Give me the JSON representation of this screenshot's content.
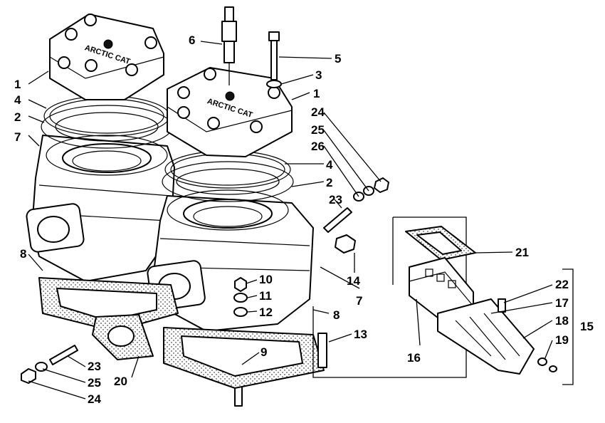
{
  "callouts": [
    {
      "id": "c1a",
      "text": "1"
    },
    {
      "id": "c4a",
      "text": "4"
    },
    {
      "id": "c2a",
      "text": "2"
    },
    {
      "id": "c7a",
      "text": "7"
    },
    {
      "id": "c8a",
      "text": "8"
    },
    {
      "id": "c6",
      "text": "6"
    },
    {
      "id": "c5",
      "text": "5"
    },
    {
      "id": "c3",
      "text": "3"
    },
    {
      "id": "c1b",
      "text": "1"
    },
    {
      "id": "c24a",
      "text": "24"
    },
    {
      "id": "c25a",
      "text": "25"
    },
    {
      "id": "c26",
      "text": "26"
    },
    {
      "id": "c4b",
      "text": "4"
    },
    {
      "id": "c2b",
      "text": "2"
    },
    {
      "id": "c23a",
      "text": "23"
    },
    {
      "id": "c10",
      "text": "10"
    },
    {
      "id": "c11",
      "text": "11"
    },
    {
      "id": "c12",
      "text": "12"
    },
    {
      "id": "c14",
      "text": "14"
    },
    {
      "id": "c7b",
      "text": "7"
    },
    {
      "id": "c8b",
      "text": "8"
    },
    {
      "id": "c13",
      "text": "13"
    },
    {
      "id": "c9",
      "text": "9"
    },
    {
      "id": "c20",
      "text": "20"
    },
    {
      "id": "c23b",
      "text": "23"
    },
    {
      "id": "c25b",
      "text": "25"
    },
    {
      "id": "c24b",
      "text": "24"
    },
    {
      "id": "c21",
      "text": "21"
    },
    {
      "id": "c22",
      "text": "22"
    },
    {
      "id": "c17",
      "text": "17"
    },
    {
      "id": "c18",
      "text": "18"
    },
    {
      "id": "c15",
      "text": "15"
    },
    {
      "id": "c19",
      "text": "19"
    },
    {
      "id": "c16",
      "text": "16"
    }
  ],
  "head_casting_text": "ARCTIC CAT"
}
